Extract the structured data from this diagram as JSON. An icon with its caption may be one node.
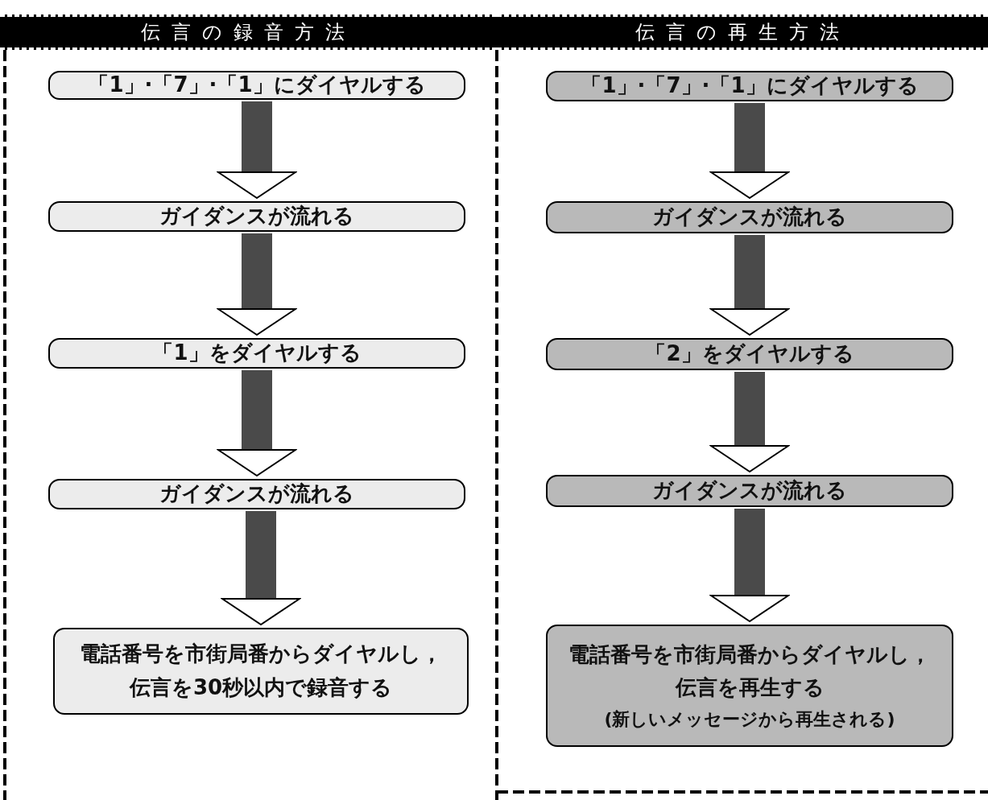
{
  "diagram": {
    "nodes": [
      {
        "text": [
          "伝言の録音方法"
        ]
      },
      {
        "text": [
          "「1」·「7」·「1」にダイヤルする"
        ]
      },
      {
        "text": [
          "ガイダンスが流れる"
        ]
      },
      {
        "text": [
          "「1」をダイヤルする"
        ]
      },
      {
        "text": [
          "ガイダンスが流れる"
        ]
      },
      {
        "text": [
          "電話番号を市街局番からダイヤルし，伝言を30秒以内で録音する"
        ]
      },
      {
        "text": [
          "伝言の再生方法"
        ]
      },
      {
        "text": [
          "「1」·「7」·「1」にダイヤルする"
        ]
      },
      {
        "text": [
          "ガイダンスが流れる"
        ]
      },
      {
        "text": [
          "「2」をダイヤルする"
        ]
      },
      {
        "text": [
          "ガイダンスが流れる"
        ]
      },
      {
        "text": [
          "電話番号を市街局番からダイヤルし，伝言を再生する",
          "(新しいメッセージから再生される)"
        ]
      }
    ],
    "edges": [
      {
        "from": 1,
        "to": 2,
        "arrow": "to"
      },
      {
        "from": 2,
        "to": 3,
        "arrow": "to"
      },
      {
        "from": 3,
        "to": 4,
        "arrow": "to"
      },
      {
        "from": 4,
        "to": 5,
        "arrow": "to"
      },
      {
        "from": 7,
        "to": 8,
        "arrow": "to"
      },
      {
        "from": 8,
        "to": 9,
        "arrow": "to"
      },
      {
        "from": 9,
        "to": 10,
        "arrow": "to"
      },
      {
        "from": 10,
        "to": 11,
        "arrow": "to"
      }
    ]
  }
}
